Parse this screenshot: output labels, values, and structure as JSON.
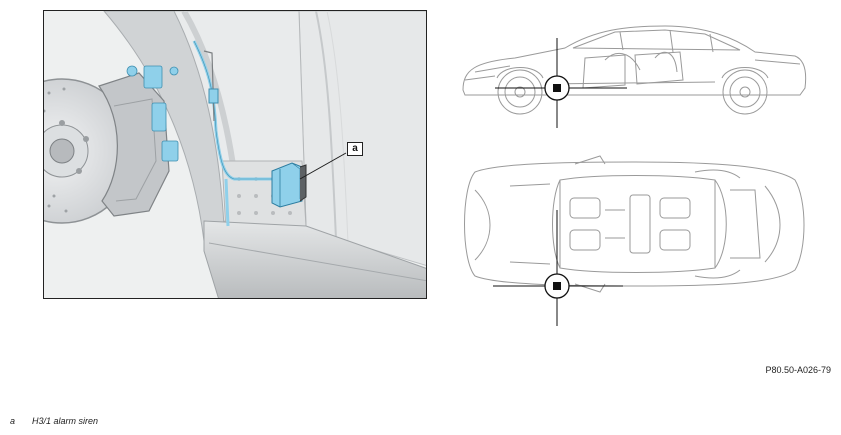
{
  "callout": {
    "letter": "a"
  },
  "reference_code": "P80.50-A026-79",
  "legend": [
    {
      "key": "a",
      "text": "H3/1 alarm siren"
    }
  ],
  "colors": {
    "highlight_blue": "#8fd0ea",
    "line_gray": "#9a9a9a",
    "dark": "#1a1a1a"
  },
  "icons": [
    "location-marker-icon"
  ]
}
